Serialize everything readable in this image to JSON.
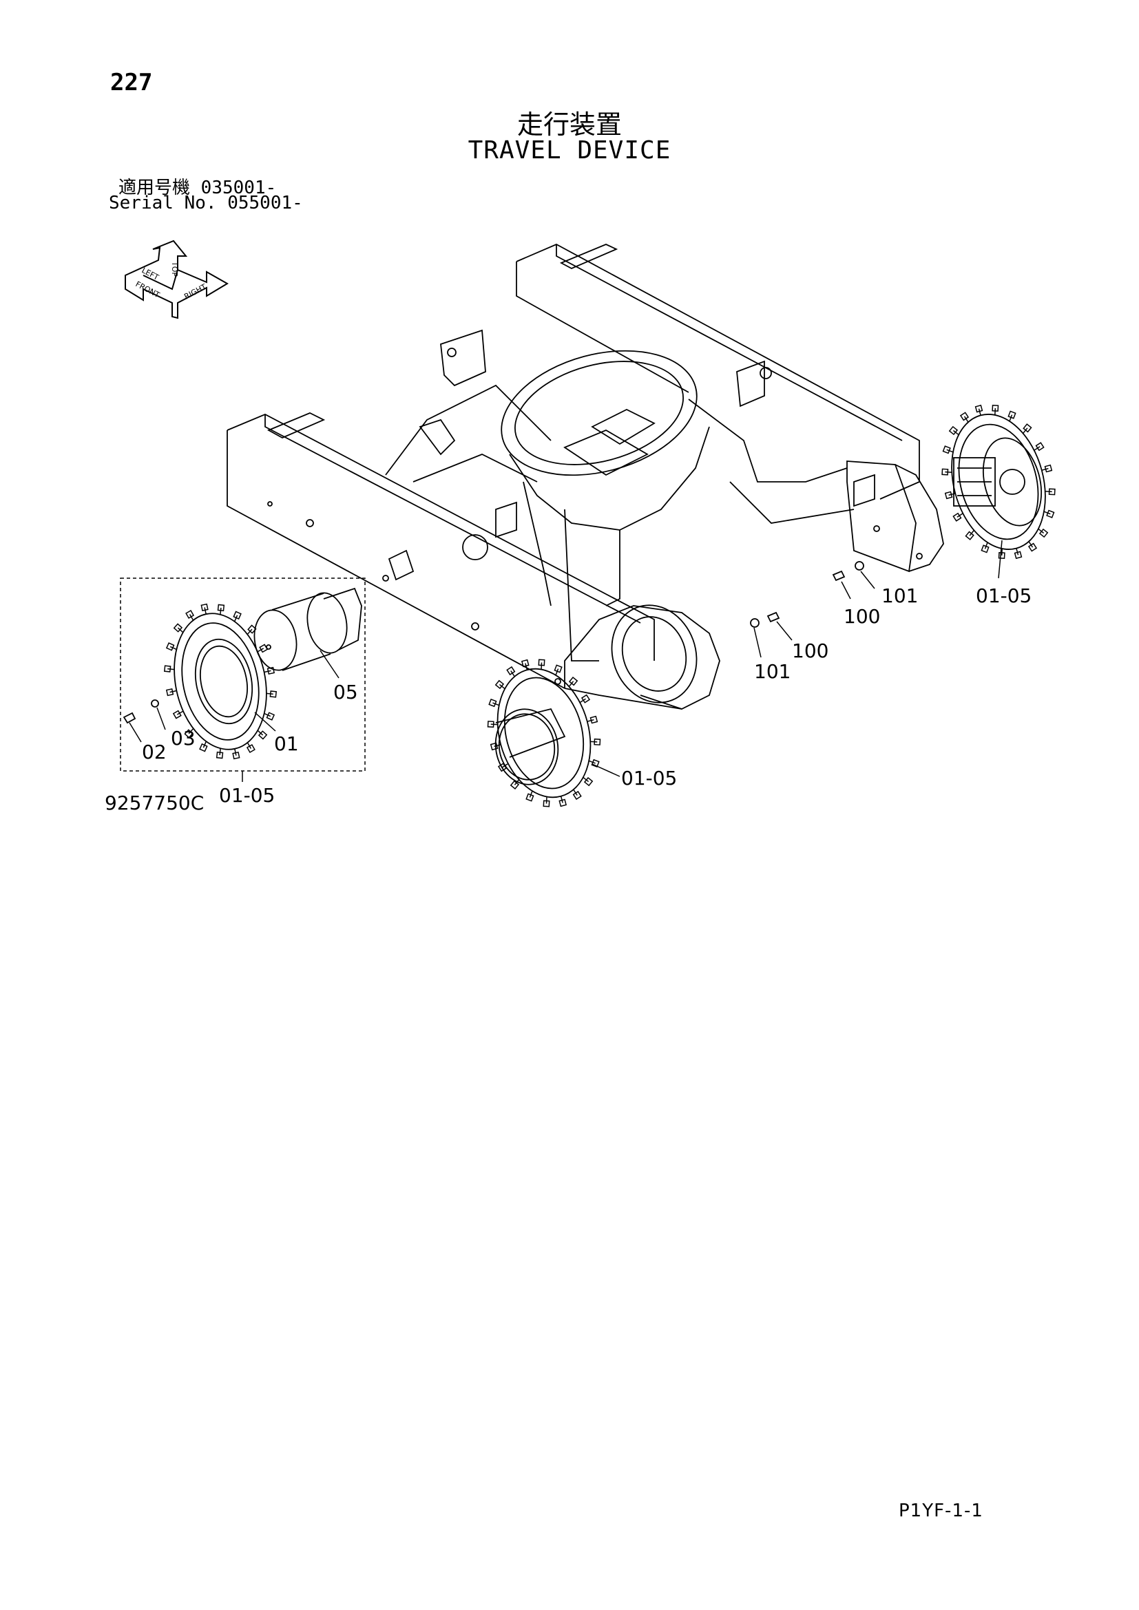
{
  "header": {
    "page_number": "227",
    "title_jp": "走行装置",
    "title_en": "TRAVEL DEVICE",
    "serial_jp_label": "適用号機",
    "serial_jp_value": "035001-",
    "serial_en_label": "Serial No.",
    "serial_en_value": "055001-"
  },
  "orientation_indicator": {
    "icon": "direction-arrows-icon",
    "labels": [
      "FRONT",
      "LEFT",
      "RIGHT",
      "TOP"
    ]
  },
  "callouts": {
    "assy_right": "01-05",
    "bolt_right": "100",
    "washer_right": "101",
    "bolt_center": "100",
    "washer_center": "101",
    "assy_center": "01-05",
    "motor": "05",
    "sprocket": "01",
    "washer_detail": "03",
    "bolt_detail": "02",
    "assy_detail": "01-05"
  },
  "footer": {
    "drawing_number": "9257750C",
    "page_code": "P1YF-1-1"
  },
  "colors": {
    "line": "#000000",
    "background": "#ffffff"
  }
}
